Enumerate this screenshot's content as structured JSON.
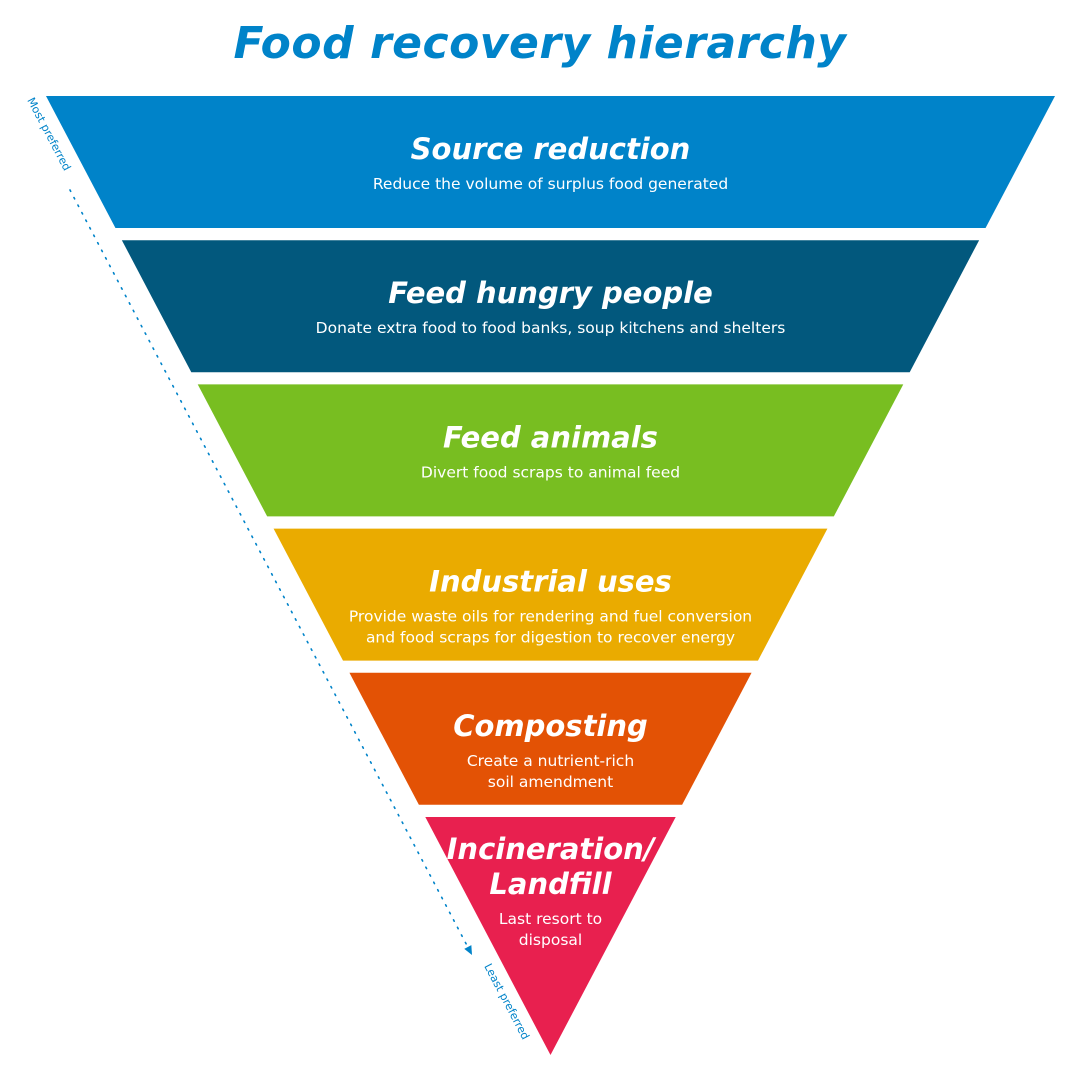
{
  "title": "Food recovery hierarchy",
  "axis": {
    "top_label": "Most preferred",
    "bottom_label": "Least preferred",
    "color": "#0083c9"
  },
  "tiers": [
    {
      "title": [
        "Source reduction"
      ],
      "description": [
        "Reduce the volume of surplus food generated"
      ],
      "color": "#0083c9"
    },
    {
      "title": [
        "Feed hungry people"
      ],
      "description": [
        "Donate extra food to food banks, soup kitchens and shelters"
      ],
      "color": "#02587d"
    },
    {
      "title": [
        "Feed animals"
      ],
      "description": [
        "Divert food scraps to animal feed"
      ],
      "color": "#78be21"
    },
    {
      "title": [
        "Industrial uses"
      ],
      "description": [
        "Provide waste oils for rendering and fuel conversion",
        "and food scraps for digestion to recover energy"
      ],
      "color": "#eaab00"
    },
    {
      "title": [
        "Composting"
      ],
      "description": [
        "Create a nutrient-rich",
        "soil amendment"
      ],
      "color": "#e35205"
    },
    {
      "title": [
        "Incineration/",
        "Landfill"
      ],
      "description": [
        "Last resort to",
        "disposal"
      ],
      "color": "#e8204f"
    }
  ]
}
